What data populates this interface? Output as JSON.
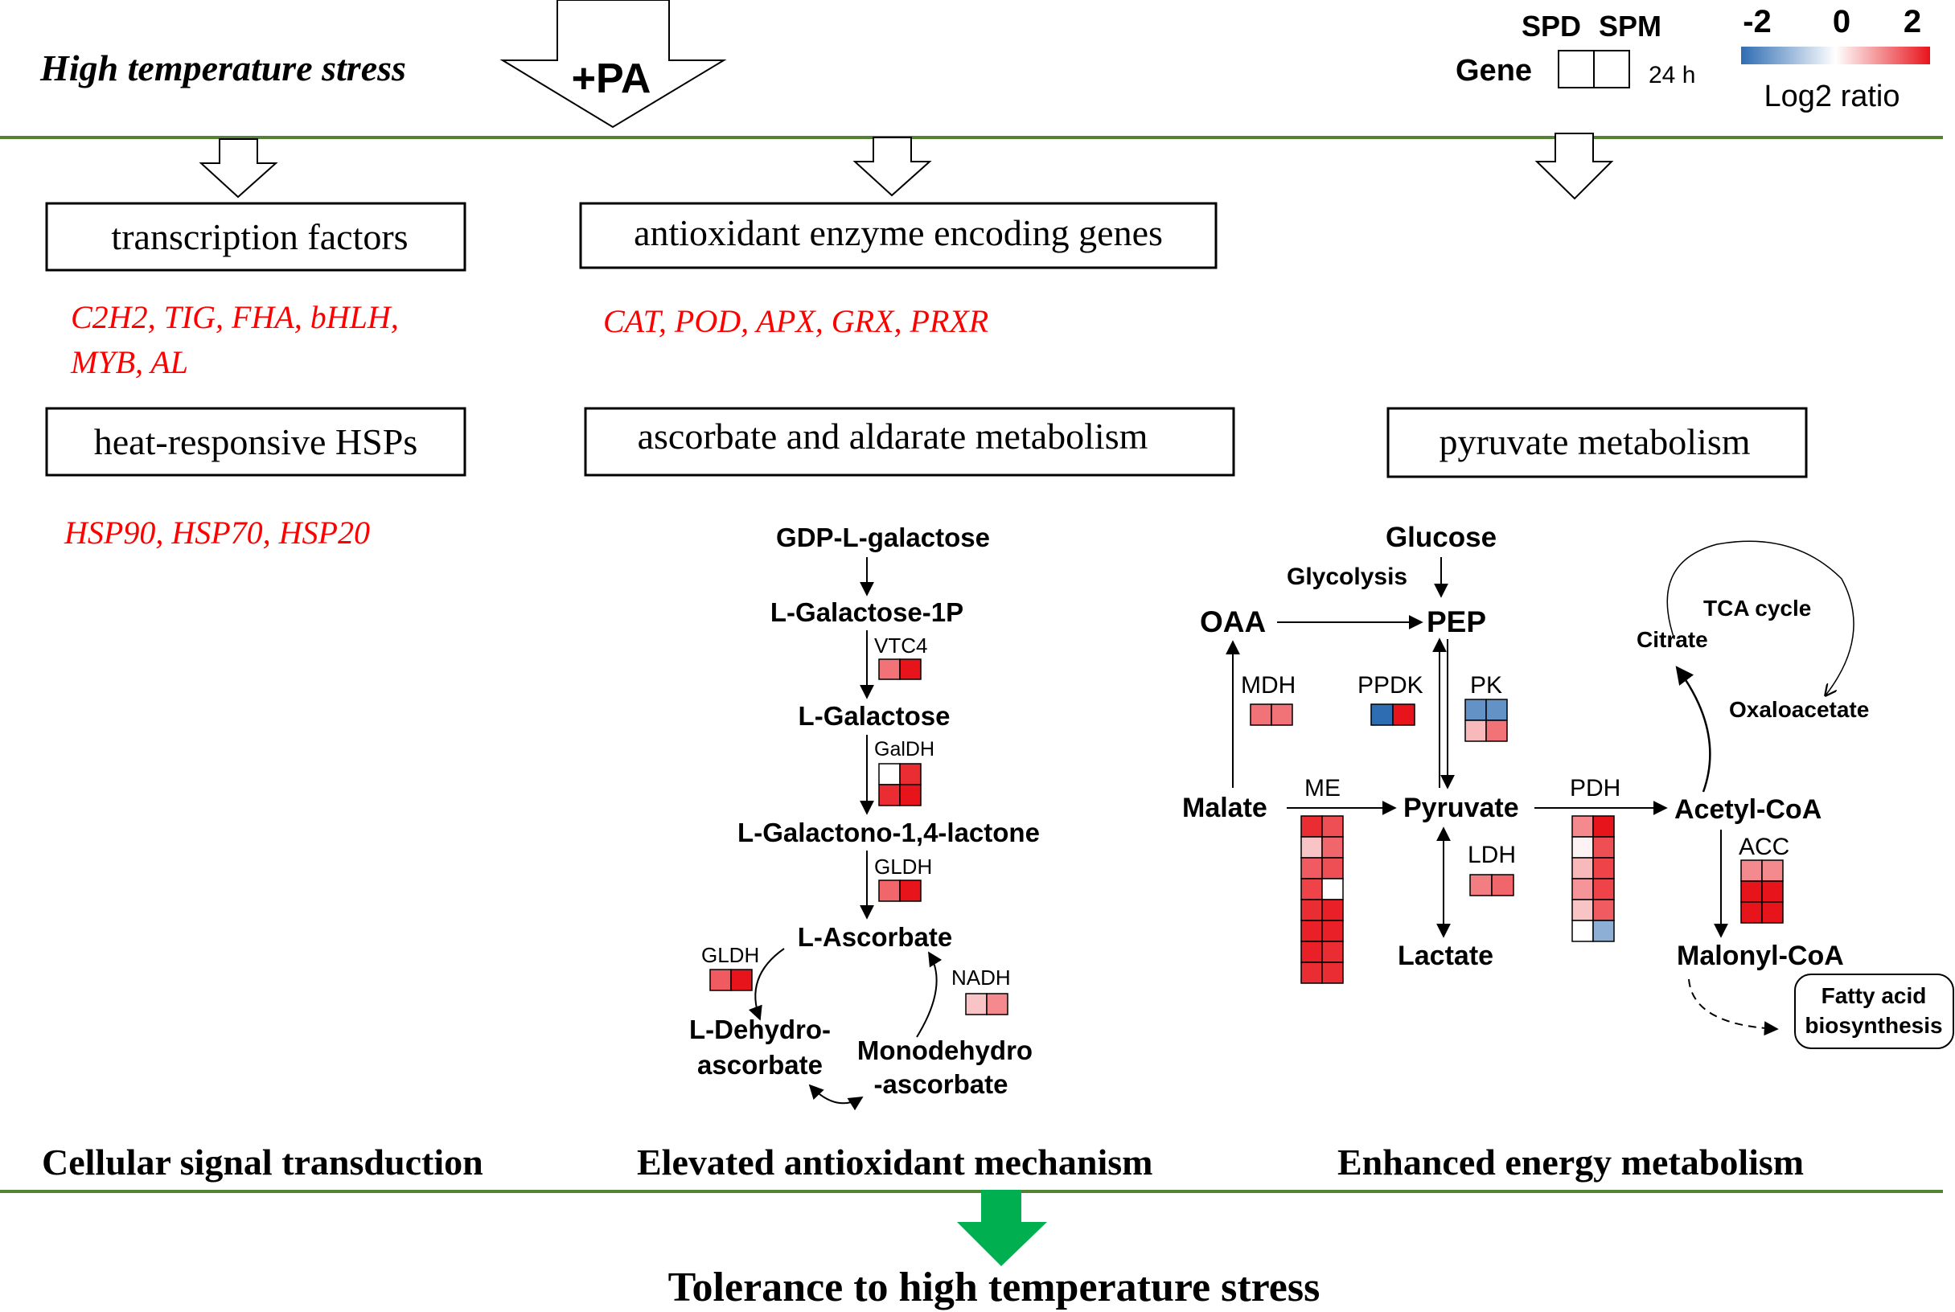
{
  "header": {
    "stress_label": "High temperature stress",
    "pa_label": "+PA"
  },
  "legend": {
    "spd": "SPD",
    "spm": "SPM",
    "gene": "Gene",
    "time": "24 h",
    "scale_min": "-2",
    "scale_mid": "0",
    "scale_max": "2",
    "scale_caption": "Log2 ratio",
    "colors": {
      "low": "#2f6db3",
      "mid": "#ffffff",
      "high": "#e8141c"
    }
  },
  "columns": {
    "left": {
      "box1": "transcription factors",
      "genes1": [
        "C2H2, TIG, FHA, bHLH,",
        "MYB, AL"
      ],
      "box2": "heat-responsive HSPs",
      "genes2": "HSP90, HSP70,  HSP20",
      "footer": "Cellular signal transduction"
    },
    "middle": {
      "box1": "antioxidant enzyme encoding genes",
      "genes1": "CAT, POD, APX, GRX, PRXR",
      "box2": "ascorbate and aldarate metabolism",
      "footer": "Elevated antioxidant mechanism"
    },
    "right": {
      "box1": "pyruvate metabolism",
      "footer": "Enhanced energy metabolism"
    }
  },
  "ascorbate_pathway": {
    "nodes": {
      "gdp": "GDP-L-galactose",
      "gal1p": "L-Galactose-1P",
      "gal": "L-Galactose",
      "galactono": "L-Galactono-1,4-lactone",
      "ascorbate": "L-Ascorbate",
      "dehydro1": "L-Dehydro-",
      "dehydro2": "ascorbate",
      "mono1": "Monodehydro",
      "mono2": "-ascorbate"
    },
    "enzymes": {
      "vtc4": "VTC4",
      "galdh": "GalDH",
      "gldh1": "GLDH",
      "gldh2": "GLDH",
      "nadh": "NADH"
    }
  },
  "pyruvate_pathway": {
    "nodes": {
      "glucose": "Glucose",
      "glycolysis": "Glycolysis",
      "oaa": "OAA",
      "pep": "PEP",
      "malate": "Malate",
      "pyruvate": "Pyruvate",
      "lactate": "Lactate",
      "acetyl": "Acetyl-CoA",
      "malonyl": "Malonyl-CoA",
      "tca": "TCA cycle",
      "citrate": "Citrate",
      "oxaloacetate": "Oxaloacetate",
      "fatty1": "Fatty acid",
      "fatty2": "biosynthesis"
    },
    "enzymes": {
      "mdh": "MDH",
      "ppdk": "PPDK",
      "pk": "PK",
      "me": "ME",
      "ldh": "LDH",
      "pdh": "PDH",
      "acc": "ACC"
    }
  },
  "heatmaps": {
    "vtc4": [
      [
        1.2,
        2.0
      ]
    ],
    "galdh": [
      [
        0.0,
        1.8
      ],
      [
        1.8,
        2.0
      ]
    ],
    "gldh_main": [
      [
        1.3,
        2.0
      ]
    ],
    "gldh_side": [
      [
        1.4,
        2.0
      ]
    ],
    "nadh": [
      [
        0.5,
        1.0
      ]
    ],
    "mdh": [
      [
        1.2,
        1.2
      ]
    ],
    "ppdk": [
      [
        -2.0,
        2.0
      ]
    ],
    "pk": [
      [
        -1.5,
        -1.5
      ],
      [
        0.6,
        1.2
      ]
    ],
    "me": [
      [
        1.8,
        1.5
      ],
      [
        0.5,
        1.3
      ],
      [
        1.4,
        1.5
      ],
      [
        1.6,
        0.0
      ],
      [
        1.8,
        1.9
      ],
      [
        1.9,
        1.9
      ],
      [
        1.9,
        1.8
      ],
      [
        1.8,
        1.8
      ]
    ],
    "ldh": [
      [
        1.1,
        1.3
      ]
    ],
    "pdh": [
      [
        1.0,
        2.0
      ],
      [
        0.1,
        1.5
      ],
      [
        0.6,
        1.6
      ],
      [
        0.9,
        1.6
      ],
      [
        0.5,
        1.4
      ],
      [
        0.0,
        -1.1
      ]
    ],
    "acc": [
      [
        1.0,
        1.0
      ],
      [
        2.0,
        2.0
      ],
      [
        2.0,
        2.0
      ]
    ]
  },
  "outcome": "Tolerance to high temperature stress"
}
